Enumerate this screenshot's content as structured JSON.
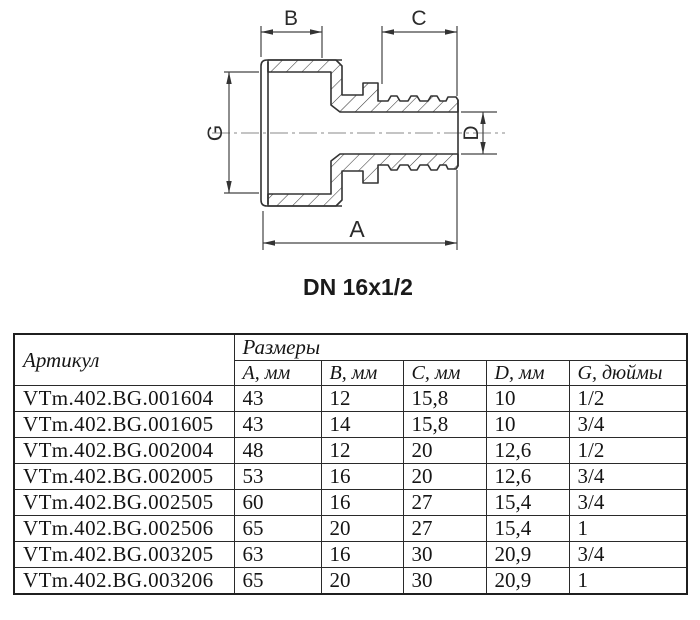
{
  "drawing": {
    "dn_label": "DN 16x1/2",
    "dims": {
      "a": "A",
      "b": "B",
      "c": "C",
      "d": "D",
      "g": "G"
    }
  },
  "table": {
    "header": {
      "article": "Артикул",
      "sizes": "Размеры",
      "columns": [
        "A, мм",
        "B, мм",
        "C, мм",
        "D, мм",
        "G, дюймы"
      ]
    },
    "rows": [
      [
        "VTm.402.BG.001604",
        "43",
        "12",
        "15,8",
        "10",
        "1/2"
      ],
      [
        "VTm.402.BG.001605",
        "43",
        "14",
        "15,8",
        "10",
        "3/4"
      ],
      [
        "VTm.402.BG.002004",
        "48",
        "12",
        "20",
        "12,6",
        "1/2"
      ],
      [
        "VTm.402.BG.002005",
        "53",
        "16",
        "20",
        "12,6",
        "3/4"
      ],
      [
        "VTm.402.BG.002505",
        "60",
        "16",
        "27",
        "15,4",
        "3/4"
      ],
      [
        "VTm.402.BG.002506",
        "65",
        "20",
        "27",
        "15,4",
        "1"
      ],
      [
        "VTm.402.BG.003205",
        "63",
        "16",
        "30",
        "20,9",
        "3/4"
      ],
      [
        "VTm.402.BG.003206",
        "65",
        "20",
        "30",
        "20,9",
        "1"
      ]
    ]
  },
  "colors": {
    "background": "#ffffff",
    "outline": "#333333",
    "dimension_line": "#444444",
    "table_border": "#1f1f1f",
    "text": "#151515"
  }
}
